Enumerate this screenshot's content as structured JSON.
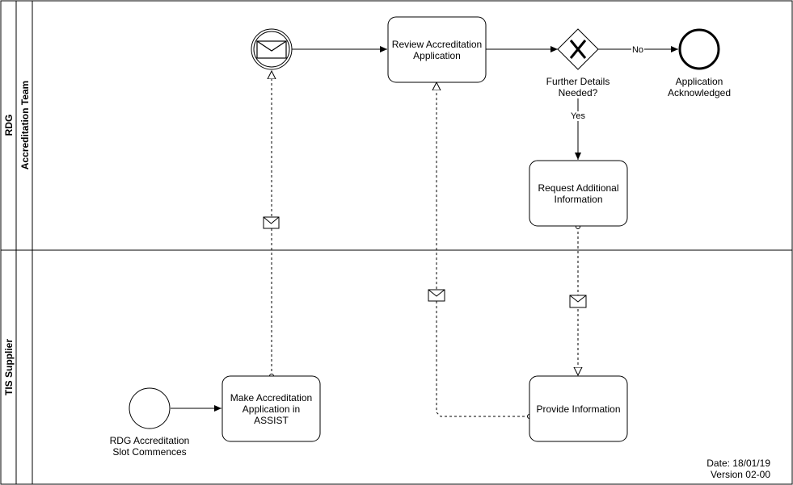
{
  "pool": {
    "label": "RDG"
  },
  "lanes": {
    "accreditation_team": "Accreditation Team",
    "tis_supplier": "TIS Supplier"
  },
  "nodes": {
    "review": "Review Accreditation Application",
    "gateway_label": "Further Details\nNeeded?",
    "end_label": "Application\nAcknowledged",
    "request_info": "Request Additional Information",
    "make_application": "Make Accreditation Application in ASSIST",
    "provide_info": "Provide Information",
    "start_label": "RDG Accreditation\nSlot Commences"
  },
  "edges": {
    "no": "No",
    "yes": "Yes"
  },
  "footer": {
    "date": "Date: 18/01/19",
    "version": "Version 02-00"
  }
}
